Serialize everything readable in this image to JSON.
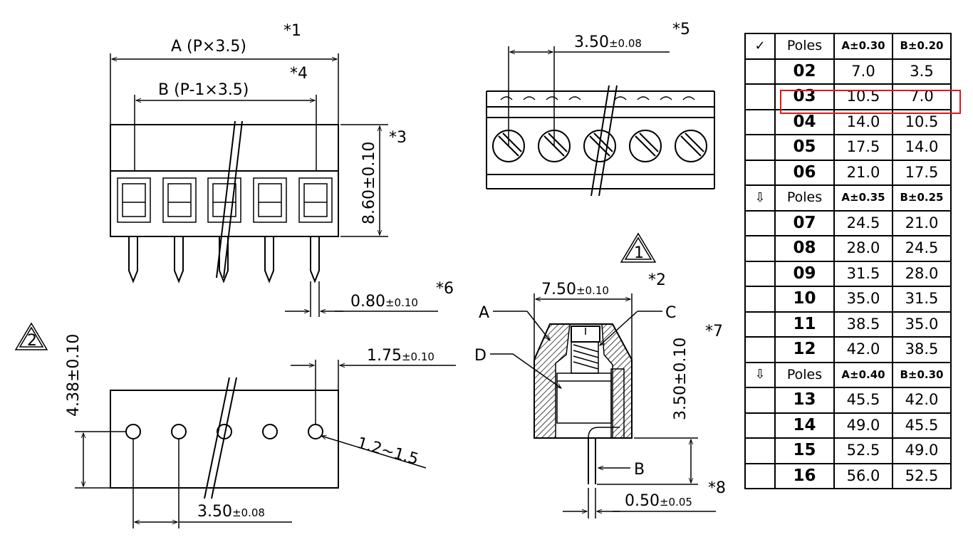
{
  "labels": {
    "dimA": "A (P×3.5)",
    "starA": "*1",
    "dimB": "B (P-1×3.5)",
    "starB": "*4",
    "height": "8.60±0.10",
    "starHeight": "*3",
    "pin": "0.80",
    "pinTol": "±0.10",
    "starPin": "*6",
    "side": "4.38±0.10",
    "pitchBottom": "3.50",
    "pitchBottomTol": "±0.08",
    "edge": "1.75",
    "edgeTol": "±0.10",
    "hole": "1.2~1.5",
    "pitchTop": "3.50",
    "pitchTopTol": "±0.08",
    "starPitchTop": "*5",
    "width": "7.50",
    "widthTol": "±0.10",
    "starWidth": "*2",
    "secH": "3.50±0.10",
    "starSecH": "*7",
    "lead": "0.50",
    "leadTol": "±0.05",
    "starLead": "*8",
    "partA": "A",
    "partB": "B",
    "partC": "C",
    "partD": "D",
    "note1": "1",
    "note2": "2"
  },
  "table": {
    "rows": [
      {
        "mark": "✓",
        "poles": "Poles",
        "a": "A±0.30",
        "b": "B±0.20",
        "header": true
      },
      {
        "mark": "",
        "poles": "02",
        "a": "7.0",
        "b": "3.5"
      },
      {
        "mark": "",
        "poles": "03",
        "a": "10.5",
        "b": "7.0"
      },
      {
        "mark": "",
        "poles": "04",
        "a": "14.0",
        "b": "10.5"
      },
      {
        "mark": "",
        "poles": "05",
        "a": "17.5",
        "b": "14.0"
      },
      {
        "mark": "",
        "poles": "06",
        "a": "21.0",
        "b": "17.5"
      },
      {
        "mark": "⇩",
        "poles": "Poles",
        "a": "A±0.35",
        "b": "B±0.25",
        "header": true
      },
      {
        "mark": "",
        "poles": "07",
        "a": "24.5",
        "b": "21.0"
      },
      {
        "mark": "",
        "poles": "08",
        "a": "28.0",
        "b": "24.5"
      },
      {
        "mark": "",
        "poles": "09",
        "a": "31.5",
        "b": "28.0"
      },
      {
        "mark": "",
        "poles": "10",
        "a": "35.0",
        "b": "31.5"
      },
      {
        "mark": "",
        "poles": "11",
        "a": "38.5",
        "b": "35.0"
      },
      {
        "mark": "",
        "poles": "12",
        "a": "42.0",
        "b": "38.5"
      },
      {
        "mark": "⇩",
        "poles": "Poles",
        "a": "A±0.40",
        "b": "B±0.30",
        "header": true
      },
      {
        "mark": "",
        "poles": "13",
        "a": "45.5",
        "b": "42.0"
      },
      {
        "mark": "",
        "poles": "14",
        "a": "49.0",
        "b": "45.5"
      },
      {
        "mark": "",
        "poles": "15",
        "a": "52.5",
        "b": "49.0"
      },
      {
        "mark": "",
        "poles": "16",
        "a": "56.0",
        "b": "52.5"
      }
    ],
    "highlight_color": "#e01818"
  }
}
